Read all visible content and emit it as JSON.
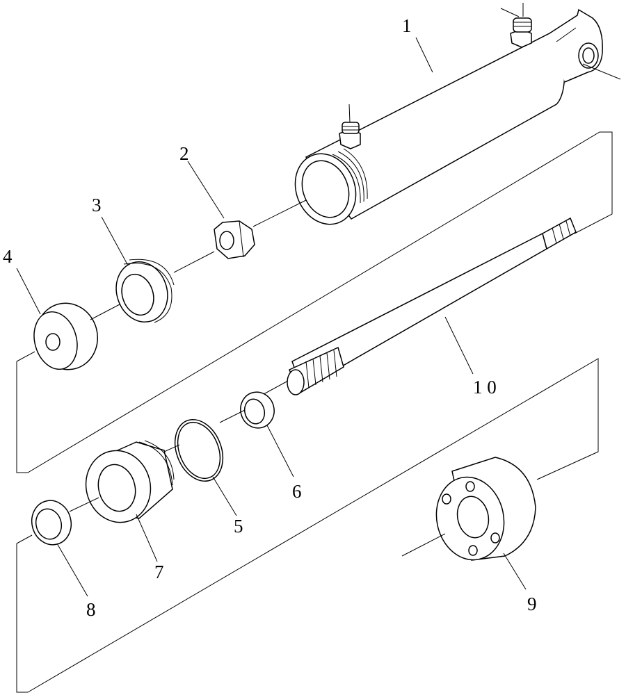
{
  "diagram": {
    "callouts": [
      {
        "id": "1",
        "text": "1"
      },
      {
        "id": "2",
        "text": "2"
      },
      {
        "id": "3",
        "text": "3"
      },
      {
        "id": "4",
        "text": "4"
      },
      {
        "id": "5",
        "text": "5"
      },
      {
        "id": "6",
        "text": "6"
      },
      {
        "id": "7",
        "text": "7"
      },
      {
        "id": "8",
        "text": "8"
      },
      {
        "id": "9",
        "text": "9"
      },
      {
        "id": "10",
        "text": "1 0"
      }
    ]
  }
}
